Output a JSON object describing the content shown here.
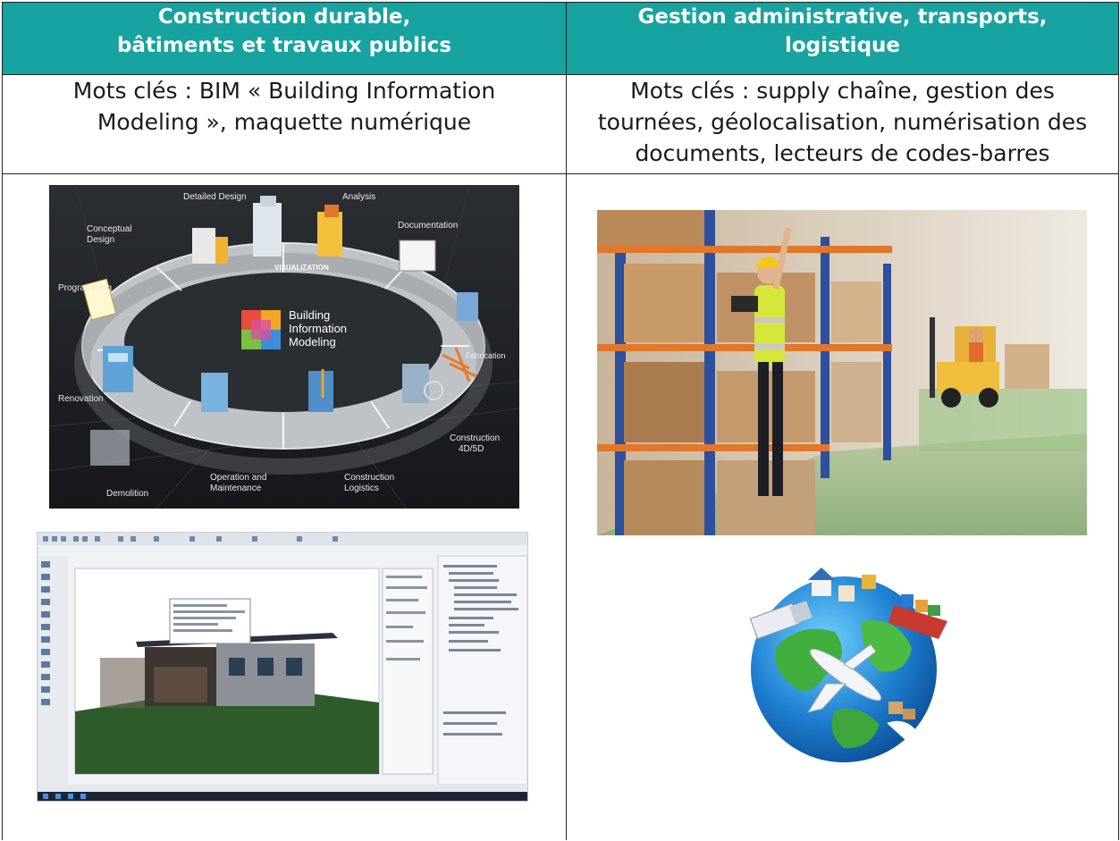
{
  "columns": [
    {
      "header": [
        "Construction durable,",
        "bâtiments et travaux publics"
      ],
      "keywords": [
        "Mots clés : BIM « Building Information",
        "Modeling », maquette numérique"
      ],
      "bim_diagram": {
        "center": [
          "Building",
          "Information",
          "Modeling"
        ],
        "ring_title": "VISUALIZATION",
        "stages": {
          "detailed_design": "Detailed Design",
          "analysis": "Analysis",
          "documentation": "Documentation",
          "conceptual_design": [
            "Conceptual",
            "Design"
          ],
          "programming": "Programming",
          "fabrication": "Fabrication",
          "renovation": "Renovation",
          "construction_4d5d": [
            "Construction",
            "4D/5D"
          ],
          "demolition": "Demolition",
          "operation": [
            "Operation and",
            "Maintenance"
          ],
          "logistics": [
            "Construction",
            "Logistics"
          ]
        }
      }
    },
    {
      "header": [
        "Gestion administrative, transports,",
        "logistique"
      ],
      "keywords": [
        "Mots clés : supply chaîne, gestion des",
        "tournées, géolocalisation, numérisation des",
        "documents, lecteurs de codes-barres"
      ]
    }
  ],
  "colors": {
    "header_bg": "#17a39f",
    "header_text": "#ffffff",
    "border": "#222222"
  }
}
